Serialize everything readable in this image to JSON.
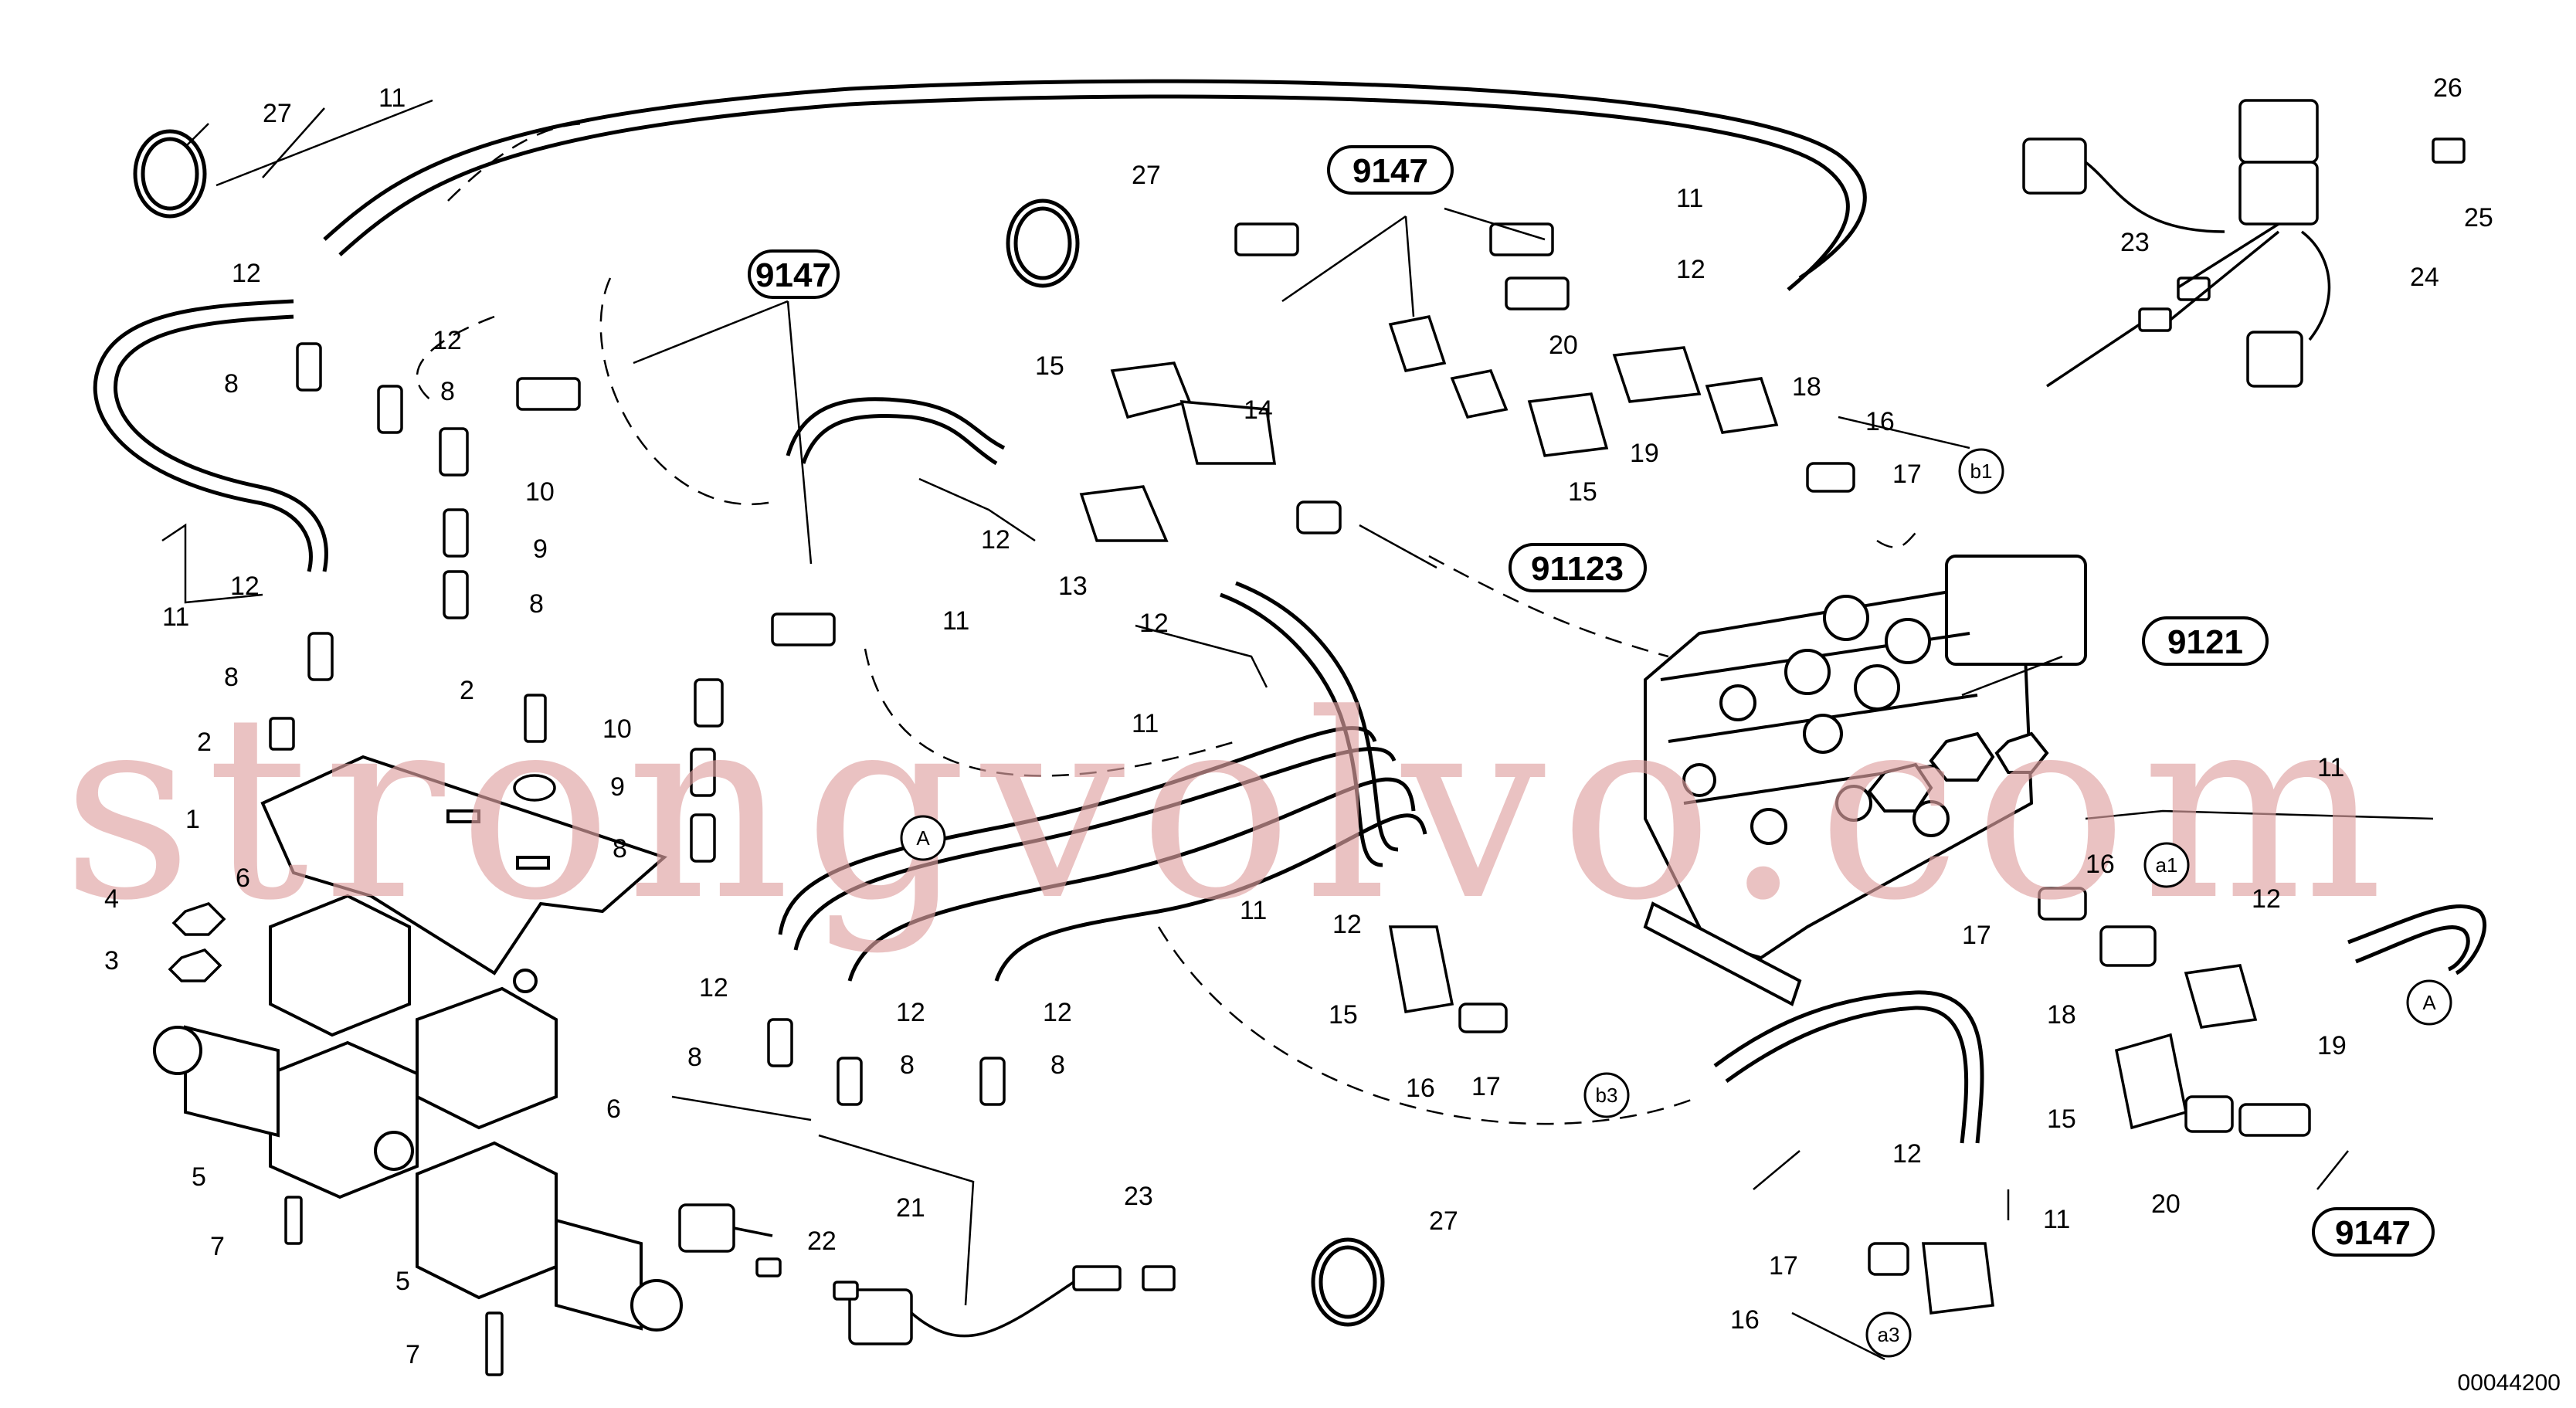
{
  "document_number": "00044200",
  "watermark": "strongvolvo.com",
  "reference_boxes": [
    {
      "text": "9147"
    },
    {
      "text": "9147"
    },
    {
      "text": "91123"
    },
    {
      "text": "9121"
    },
    {
      "text": "9147"
    }
  ],
  "circled_refs": [
    {
      "text": "b1"
    },
    {
      "text": "a1"
    },
    {
      "text": "A"
    },
    {
      "text": "A"
    },
    {
      "text": "b3"
    },
    {
      "text": "a3"
    }
  ],
  "part_labels": [
    {
      "text": "27"
    },
    {
      "text": "11"
    },
    {
      "text": "12"
    },
    {
      "text": "8"
    },
    {
      "text": "12"
    },
    {
      "text": "8"
    },
    {
      "text": "10"
    },
    {
      "text": "9"
    },
    {
      "text": "8"
    },
    {
      "text": "12"
    },
    {
      "text": "11"
    },
    {
      "text": "8"
    },
    {
      "text": "2"
    },
    {
      "text": "2"
    },
    {
      "text": "1"
    },
    {
      "text": "6"
    },
    {
      "text": "4"
    },
    {
      "text": "3"
    },
    {
      "text": "5"
    },
    {
      "text": "7"
    },
    {
      "text": "6"
    },
    {
      "text": "5"
    },
    {
      "text": "7"
    },
    {
      "text": "27"
    },
    {
      "text": "15"
    },
    {
      "text": "14"
    },
    {
      "text": "12"
    },
    {
      "text": "13"
    },
    {
      "text": "11"
    },
    {
      "text": "12"
    },
    {
      "text": "11"
    },
    {
      "text": "10"
    },
    {
      "text": "9"
    },
    {
      "text": "8"
    },
    {
      "text": "12"
    },
    {
      "text": "8"
    },
    {
      "text": "12"
    },
    {
      "text": "8"
    },
    {
      "text": "12"
    },
    {
      "text": "8"
    },
    {
      "text": "21"
    },
    {
      "text": "22"
    },
    {
      "text": "23"
    },
    {
      "text": "27"
    },
    {
      "text": "11"
    },
    {
      "text": "12"
    },
    {
      "text": "15"
    },
    {
      "text": "16"
    },
    {
      "text": "17"
    },
    {
      "text": "20"
    },
    {
      "text": "15"
    },
    {
      "text": "19"
    },
    {
      "text": "18"
    },
    {
      "text": "11"
    },
    {
      "text": "12"
    },
    {
      "text": "16"
    },
    {
      "text": "17"
    },
    {
      "text": "23"
    },
    {
      "text": "26"
    },
    {
      "text": "25"
    },
    {
      "text": "24"
    },
    {
      "text": "16"
    },
    {
      "text": "17"
    },
    {
      "text": "18"
    },
    {
      "text": "11"
    },
    {
      "text": "12"
    },
    {
      "text": "19"
    },
    {
      "text": "15"
    },
    {
      "text": "20"
    },
    {
      "text": "12"
    },
    {
      "text": "11"
    },
    {
      "text": "17"
    },
    {
      "text": "16"
    }
  ]
}
